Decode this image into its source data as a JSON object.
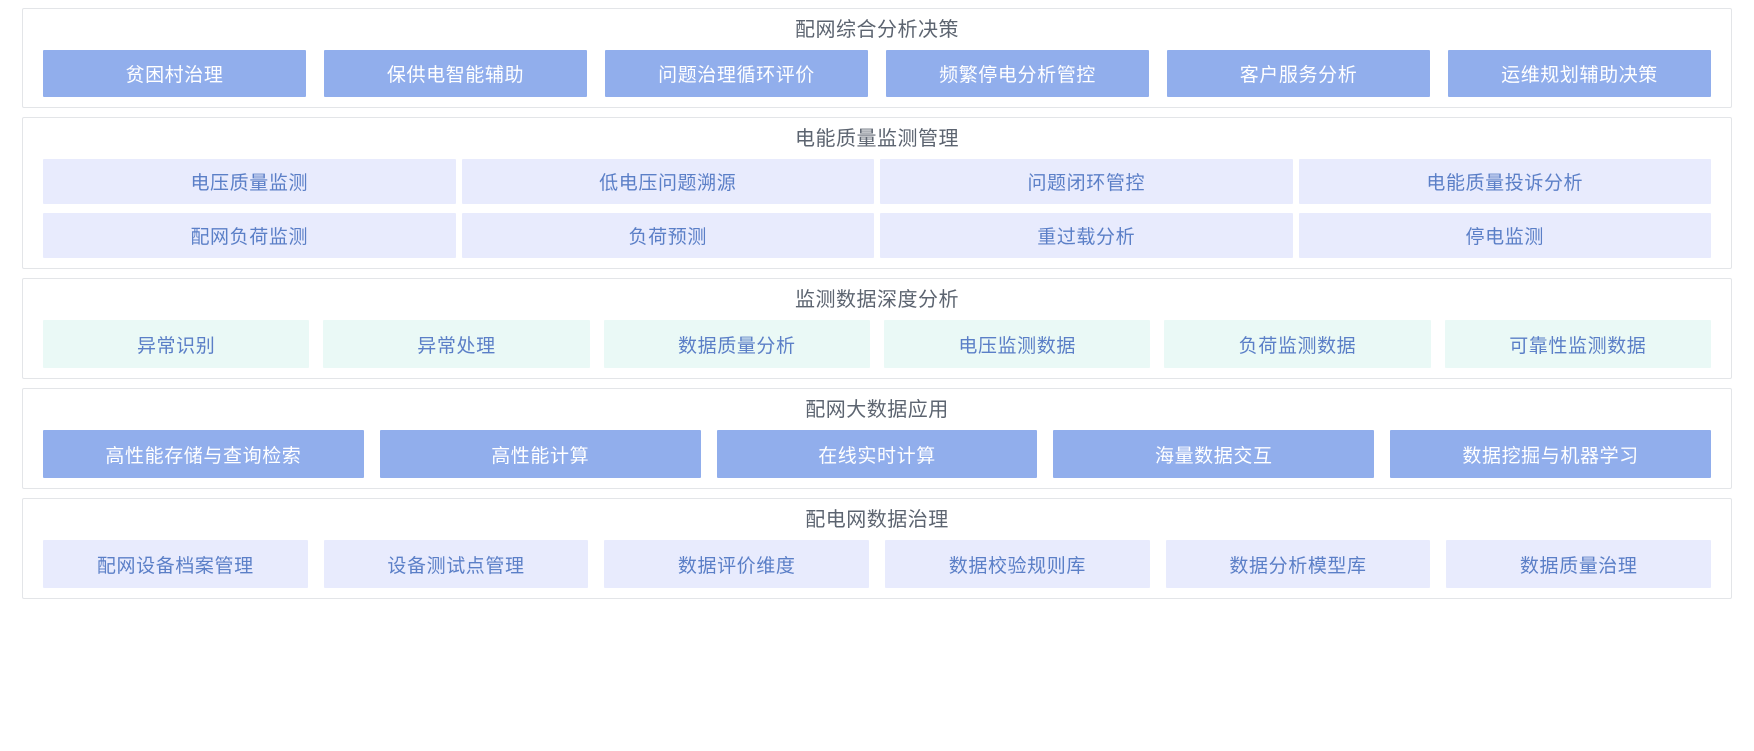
{
  "colors": {
    "blue_chip_bg": "#91AEEC",
    "blue_chip_text": "#FFFFFF",
    "lavender_chip_bg": "#E8EBFD",
    "mint_chip_bg": "#EAF9F6",
    "chip_text_blue": "#5B7FC7",
    "panel_border": "#E3E5E8",
    "title_text": "#5C6470",
    "page_bg": "#FFFFFF"
  },
  "panels": [
    {
      "id": "comprehensive-analysis-decision",
      "title": "配网综合分析决策",
      "style": "blue",
      "rows": [
        {
          "items": [
            {
              "label": "贫困村治理",
              "flex": 1.18
            },
            {
              "label": "保供电智能辅助",
              "flex": 1.18
            },
            {
              "label": "问题治理循环评价",
              "flex": 1.18
            },
            {
              "label": "频繁停电分析管控",
              "flex": 1.18
            },
            {
              "label": "客户服务分析",
              "flex": 1.18
            },
            {
              "label": "运维规划辅助决策",
              "flex": 1.18
            }
          ]
        }
      ]
    },
    {
      "id": "power-quality-monitoring-management",
      "title": "电能质量监测管理",
      "style": "lavender",
      "rows": [
        {
          "items": [
            {
              "label": "电压质量监测",
              "flex": 1
            },
            {
              "label": "低电压问题溯源",
              "flex": 1
            },
            {
              "label": "问题闭环管控",
              "flex": 1
            },
            {
              "label": "电能质量投诉分析",
              "flex": 1
            }
          ]
        },
        {
          "items": [
            {
              "label": "配网负荷监测",
              "flex": 1
            },
            {
              "label": "负荷预测",
              "flex": 1
            },
            {
              "label": "重过载分析",
              "flex": 1
            },
            {
              "label": "停电监测",
              "flex": 1
            }
          ]
        }
      ]
    },
    {
      "id": "monitoring-data-deep-analysis",
      "title": "监测数据深度分析",
      "style": "mint",
      "rows": [
        {
          "items": [
            {
              "label": "异常识别",
              "flex": 1
            },
            {
              "label": "异常处理",
              "flex": 1
            },
            {
              "label": "数据质量分析",
              "flex": 1
            },
            {
              "label": "电压监测数据",
              "flex": 1
            },
            {
              "label": "负荷监测数据",
              "flex": 1
            },
            {
              "label": "可靠性监测数据",
              "flex": 1
            }
          ]
        }
      ]
    },
    {
      "id": "distribution-network-big-data-application",
      "title": "配网大数据应用",
      "style": "blue",
      "rows": [
        {
          "items": [
            {
              "label": "高性能存储与查询检索",
              "flex": 1
            },
            {
              "label": "高性能计算",
              "flex": 1
            },
            {
              "label": "在线实时计算",
              "flex": 1
            },
            {
              "label": "海量数据交互",
              "flex": 1
            },
            {
              "label": "数据挖掘与机器学习",
              "flex": 1
            }
          ]
        }
      ]
    },
    {
      "id": "distribution-network-data-governance",
      "title": "配电网数据治理",
      "style": "lavender",
      "rows": [
        {
          "items": [
            {
              "label": "配网设备档案管理",
              "flex": 1
            },
            {
              "label": "设备测试点管理",
              "flex": 1
            },
            {
              "label": "数据评价维度",
              "flex": 1
            },
            {
              "label": "数据校验规则库",
              "flex": 1
            },
            {
              "label": "数据分析模型库",
              "flex": 1
            },
            {
              "label": "数据质量治理",
              "flex": 1
            }
          ]
        }
      ]
    }
  ]
}
